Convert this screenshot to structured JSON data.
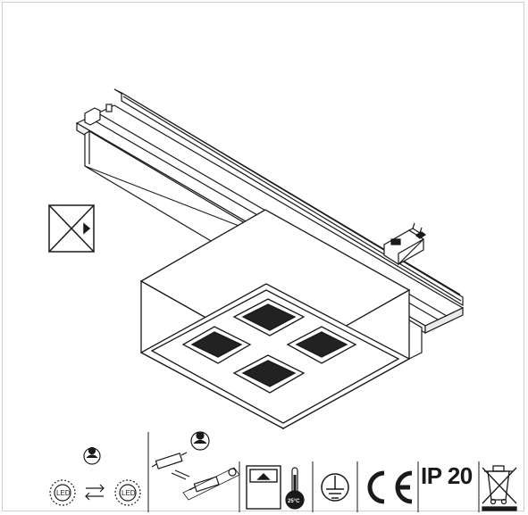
{
  "icons": {
    "ip_rating": "IP 20",
    "ambient_temperature": "25°C",
    "led_label": "LED",
    "names": [
      "adjustable-angle-icon",
      "led-replaceable-icon",
      "driver-replaceable-icon",
      "recess-mounting-icon",
      "temperature-icon",
      "earth-ground-icon",
      "ce-mark-icon",
      "weee-bin-icon"
    ]
  },
  "colors": {
    "line": "#1a1a1a",
    "frame": "#cfcfcf"
  }
}
